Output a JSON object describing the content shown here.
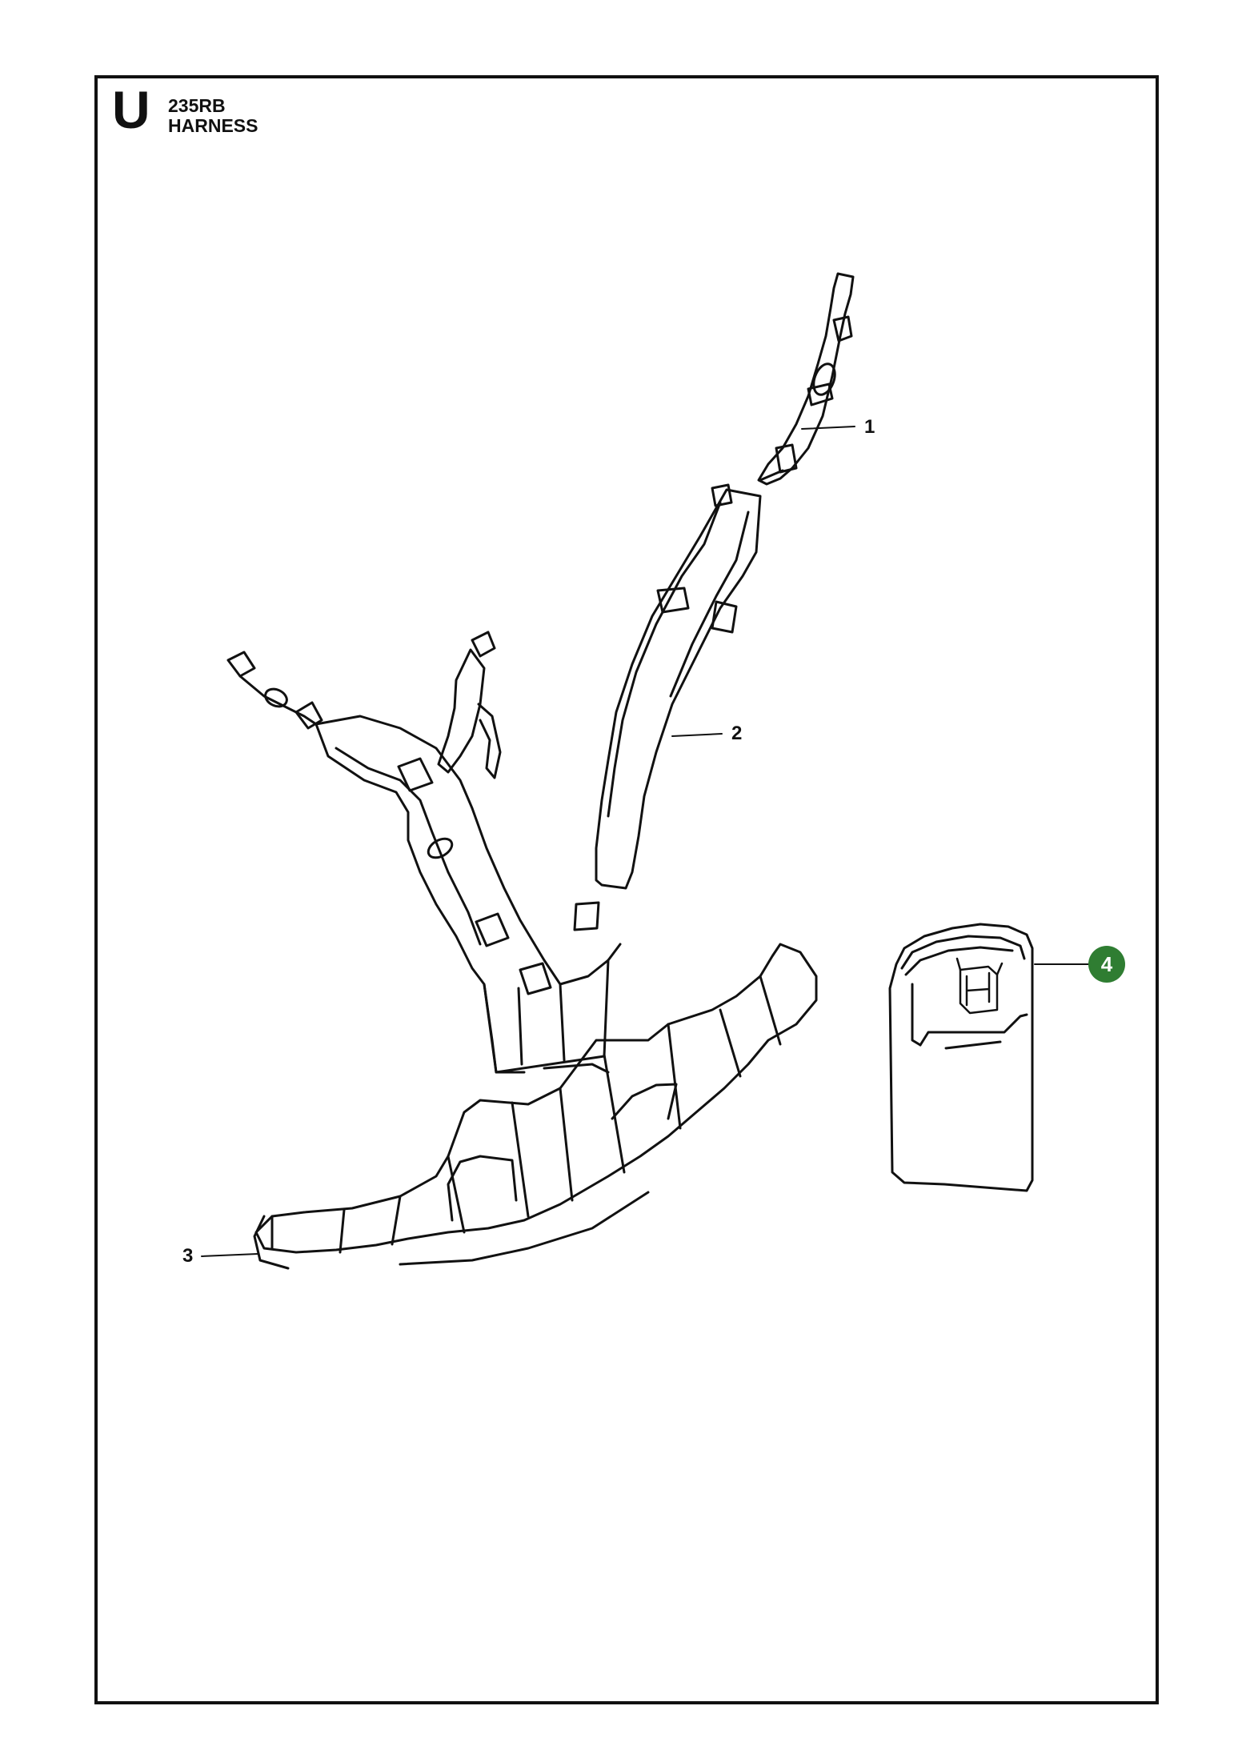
{
  "header": {
    "section_letter": "U",
    "model": "235RB",
    "title": "HARNESS"
  },
  "callouts": [
    {
      "id": "1",
      "label": "1"
    },
    {
      "id": "2",
      "label": "2"
    },
    {
      "id": "3",
      "label": "3"
    },
    {
      "id": "4",
      "label": "4",
      "highlighted": true,
      "color": "#2f7d32"
    }
  ],
  "colors": {
    "line": "#111111",
    "highlight": "#2f7d32",
    "background": "#ffffff"
  }
}
